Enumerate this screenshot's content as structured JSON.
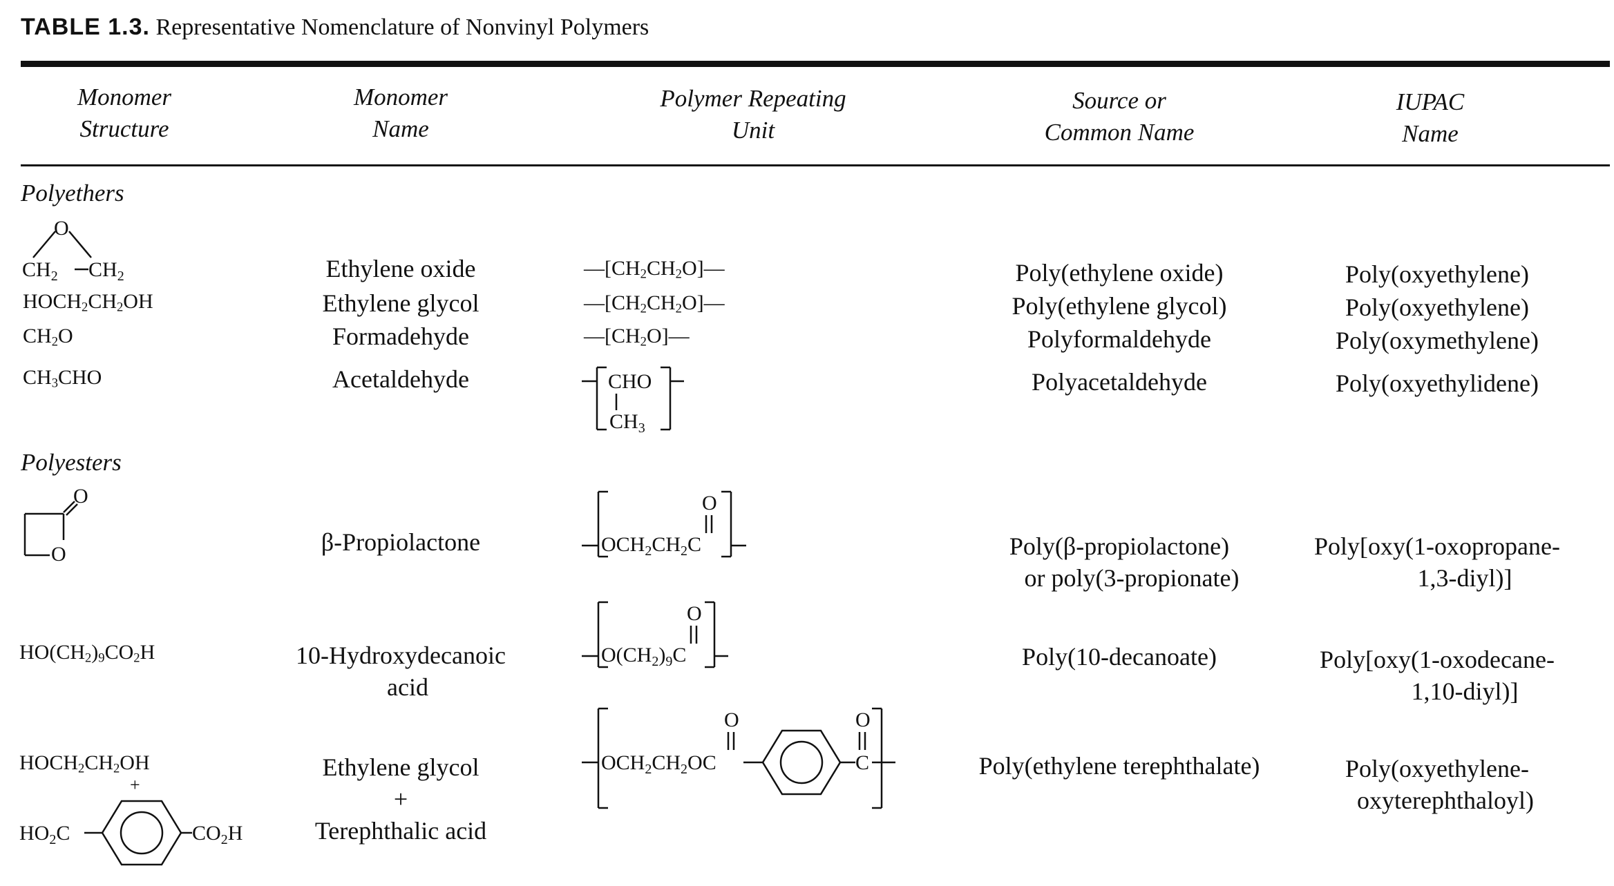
{
  "table": {
    "label": "TABLE 1.3.",
    "title": "Representative Nomenclature of Nonvinyl Polymers",
    "headers": {
      "col1": [
        "Monomer",
        "Structure"
      ],
      "col2": [
        "Monomer",
        "Name"
      ],
      "col3": [
        "Polymer Repeating",
        "Unit"
      ],
      "col4": [
        "Source or",
        "Common Name"
      ],
      "col5": [
        "IUPAC",
        "Name"
      ]
    }
  },
  "sections": {
    "polyethers": "Polyethers",
    "polyesters": "Polyesters"
  },
  "rows": {
    "ethylene_oxide": {
      "name": "Ethylene oxide",
      "common": "Poly(ethylene oxide)",
      "iupac": "Poly(oxyethylene)"
    },
    "ethylene_glycol": {
      "name": "Ethylene glycol",
      "common": "Poly(ethylene glycol)",
      "iupac": "Poly(oxyethylene)"
    },
    "formaldehyde": {
      "name": "Formadehyde",
      "common": "Polyformaldehyde",
      "iupac": "Poly(oxymethylene)"
    },
    "acetaldehyde": {
      "name": "Acetaldehyde",
      "common": "Polyacetaldehyde",
      "iupac": "Poly(oxyethylidene)"
    },
    "propiolactone": {
      "name": "β-Propiolactone",
      "common": [
        "Poly(β-propiolactone)",
        "or poly(3-propionate)"
      ],
      "iupac": [
        "Poly[oxy(1-oxopropane-",
        "1,3-diyl)]"
      ]
    },
    "hydroxydecanoic": {
      "name": [
        "10-Hydroxydecanoic",
        "acid"
      ],
      "common": "Poly(10-decanoate)",
      "iupac": [
        "Poly[oxy(1-oxodecane-",
        "1,10-diyl)]"
      ]
    },
    "pet": {
      "name": [
        "Ethylene glycol",
        "+",
        "Terephthalic acid"
      ],
      "common": "Poly(ethylene terephthalate)",
      "iupac": [
        "Poly(oxyethylene-",
        "oxyterephthaloyl)"
      ]
    }
  }
}
